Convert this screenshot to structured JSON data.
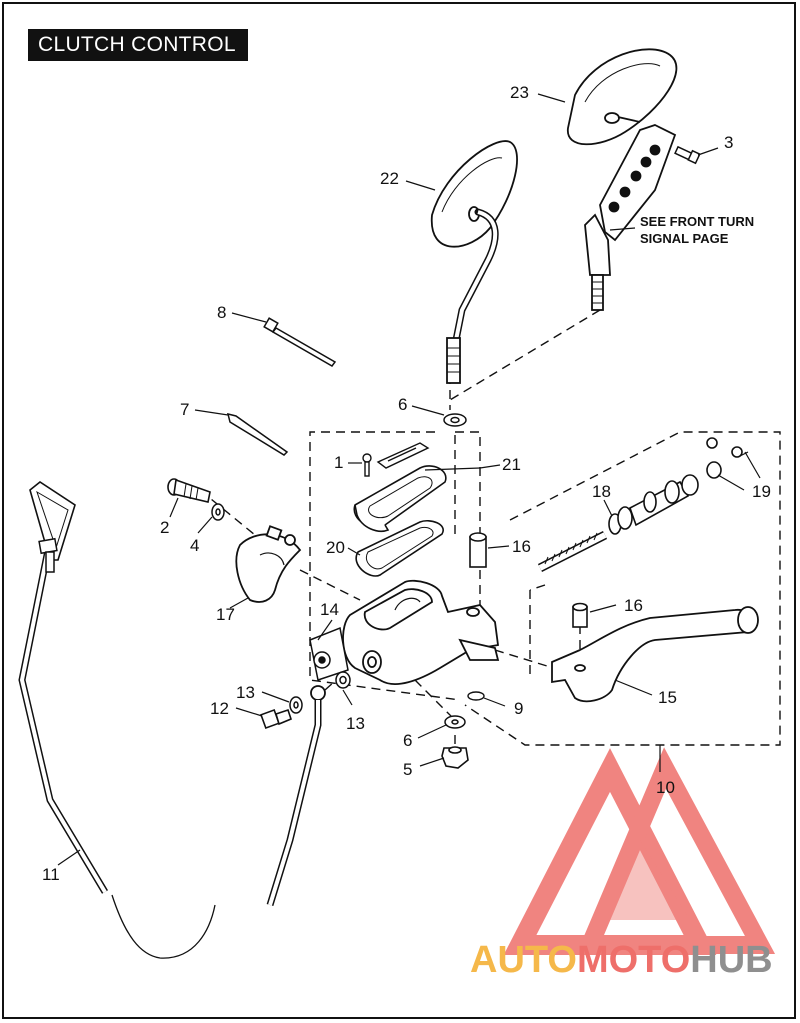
{
  "title": "CLUTCH CONTROL",
  "note_lines": [
    "SEE FRONT TURN",
    "SIGNAL PAGE"
  ],
  "callouts": [
    {
      "id": "c1",
      "label": "1"
    },
    {
      "id": "c2",
      "label": "2"
    },
    {
      "id": "c3",
      "label": "3"
    },
    {
      "id": "c4",
      "label": "4"
    },
    {
      "id": "c5",
      "label": "5"
    },
    {
      "id": "c6a",
      "label": "6"
    },
    {
      "id": "c6b",
      "label": "6"
    },
    {
      "id": "c7",
      "label": "7"
    },
    {
      "id": "c8",
      "label": "8"
    },
    {
      "id": "c9",
      "label": "9"
    },
    {
      "id": "c10",
      "label": "10"
    },
    {
      "id": "c11",
      "label": "11"
    },
    {
      "id": "c12",
      "label": "12"
    },
    {
      "id": "c13a",
      "label": "13"
    },
    {
      "id": "c13b",
      "label": "13"
    },
    {
      "id": "c14",
      "label": "14"
    },
    {
      "id": "c15",
      "label": "15"
    },
    {
      "id": "c16a",
      "label": "16"
    },
    {
      "id": "c16b",
      "label": "16"
    },
    {
      "id": "c17",
      "label": "17"
    },
    {
      "id": "c18",
      "label": "18"
    },
    {
      "id": "c19",
      "label": "19"
    },
    {
      "id": "c20",
      "label": "20"
    },
    {
      "id": "c21",
      "label": "21"
    },
    {
      "id": "c22",
      "label": "22"
    },
    {
      "id": "c23",
      "label": "23"
    }
  ],
  "watermark": {
    "part1": "AUTO",
    "part2": "MOTO",
    "part3": "HUB",
    "color_orange": "#f5b84a",
    "color_red": "#ee6f6a",
    "color_gray": "#8f8f8f"
  }
}
